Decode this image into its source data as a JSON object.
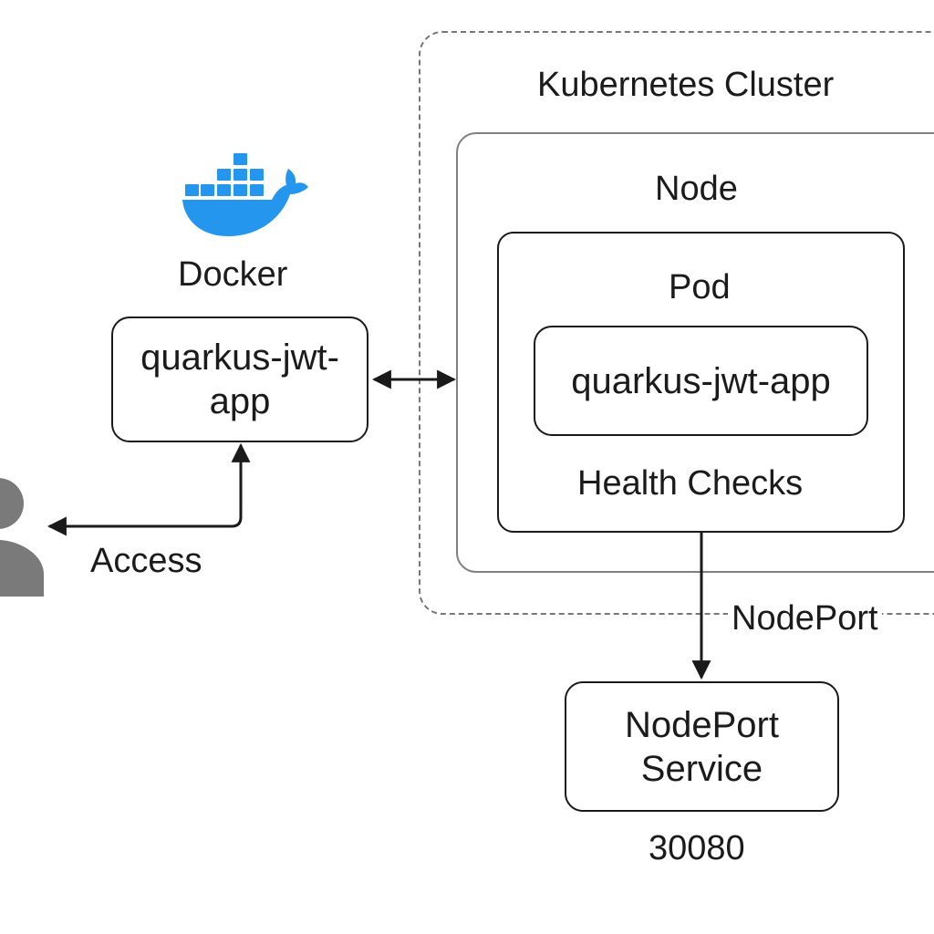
{
  "docker": {
    "label": "Docker",
    "icon": "docker-whale-icon",
    "brand_color": "#2496ED"
  },
  "docker_app": {
    "line1": "quarkus-jwt-",
    "line2": "app"
  },
  "user": {
    "icon": "user-person-icon",
    "access_label": "Access"
  },
  "cluster": {
    "title": "Kubernetes Cluster"
  },
  "node": {
    "title": "Node"
  },
  "pod": {
    "title": "Pod",
    "app_label": "quarkus-jwt-app",
    "health_label": "Health Checks"
  },
  "nodeport_edge_label": "NodePort",
  "service": {
    "line1": "NodePort",
    "line2": "Service",
    "port": "30080"
  },
  "colors": {
    "stroke": "#1a1a1a",
    "node_border": "#808080",
    "cluster_border": "#777777",
    "user_icon": "#7a7a7a"
  }
}
